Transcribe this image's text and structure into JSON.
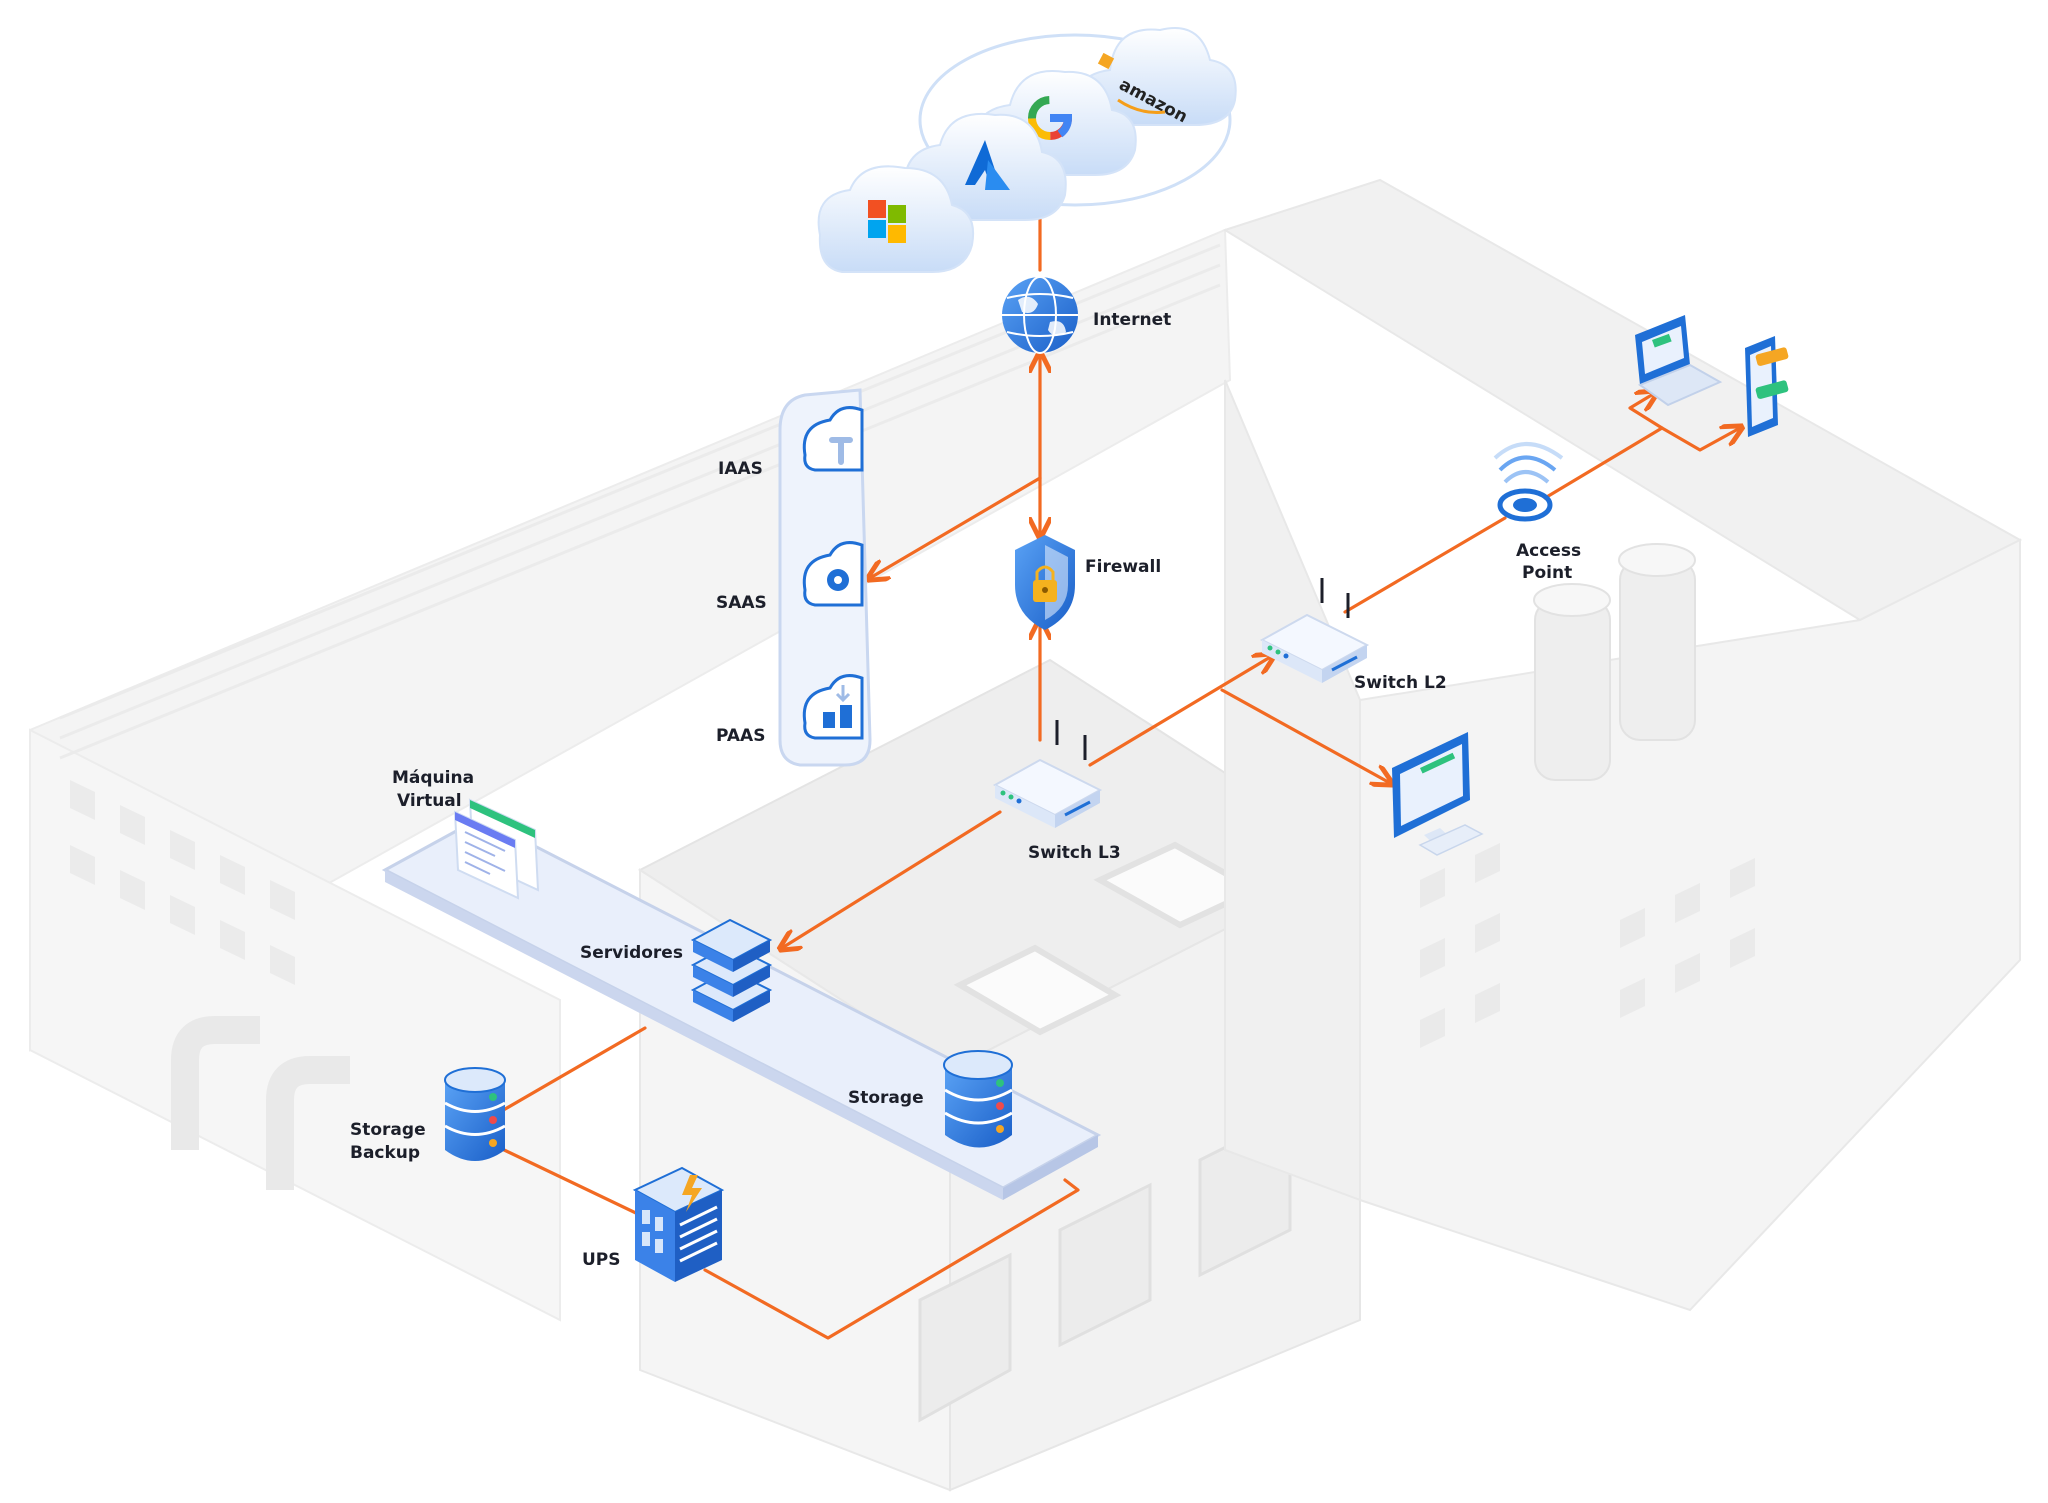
{
  "labels": {
    "internet": "Internet",
    "firewall": "Firewall",
    "iaas": "IAAS",
    "saas": "SAAS",
    "paas": "PAAS",
    "switch_l3": "Switch L3",
    "switch_l2": "Switch L2",
    "access_point_line1": "Access",
    "access_point_line2": "Point",
    "vm_line1": "Máquina",
    "vm_line2": "Virtual",
    "servers": "Servidores",
    "storage": "Storage",
    "storage_backup_line1": "Storage",
    "storage_backup_line2": "Backup",
    "ups": "UPS"
  },
  "clouds": {
    "amazon": "amazon",
    "google": "G"
  },
  "colors": {
    "link": "#f26a22",
    "building": "#f3f3f3",
    "building_edge": "#e6e6e6",
    "icon_blue": "#1f6fd6",
    "icon_light": "#dce9fb",
    "platform": "#e8eefb"
  }
}
